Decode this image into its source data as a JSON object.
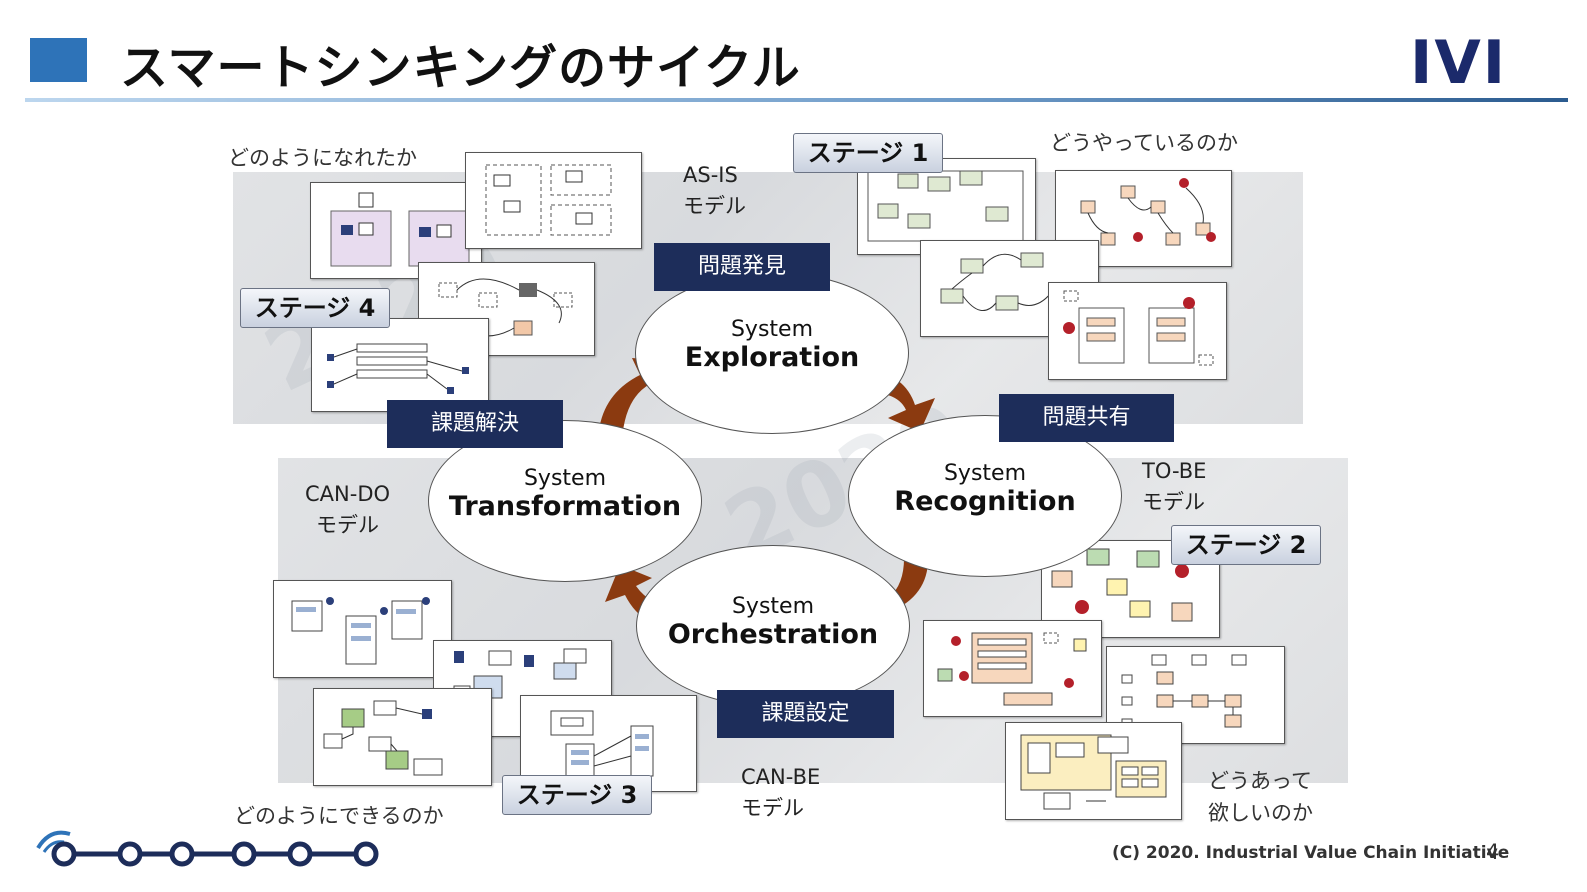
{
  "header": {
    "title": "スマートシンキングのサイクル",
    "logo": "IVI"
  },
  "corner_labels": {
    "top_left": "どのようになれたか",
    "top_right": "どうやっているのか",
    "bottom_left": "どのようにできるのか",
    "bottom_right_line1": "どうあって",
    "bottom_right_line2": "欲しいのか"
  },
  "models": {
    "as_is_line1": "AS-IS",
    "as_is_line2": "モデル",
    "to_be_line1": "TO-BE",
    "to_be_line2": "モデル",
    "can_do_line1": "CAN-DO",
    "can_do_line2": "モデル",
    "can_be_line1": "CAN-BE",
    "can_be_line2": "モデル"
  },
  "phases": {
    "problem_discovery": "問題発見",
    "problem_sharing": "問題共有",
    "issue_setting": "課題設定",
    "issue_solving": "課題解決"
  },
  "stages": {
    "stage1": "ステージ 1",
    "stage2": "ステージ 2",
    "stage3": "ステージ 3",
    "stage4": "ステージ 4"
  },
  "cycle": {
    "exploration": {
      "prefix": "System",
      "name": "Exploration"
    },
    "recognition": {
      "prefix": "System",
      "name": "Recognition"
    },
    "orchestration": {
      "prefix": "System",
      "name": "Orchestration"
    },
    "transformation": {
      "prefix": "System",
      "name": "Transformation"
    }
  },
  "footer": {
    "copyright": "(C) 2020. Industrial Value Chain Initiative",
    "page": "4"
  },
  "colors": {
    "accent_blue": "#2e73b8",
    "navy": "#1d2d5a",
    "arrow_brown": "#8b3a10"
  }
}
